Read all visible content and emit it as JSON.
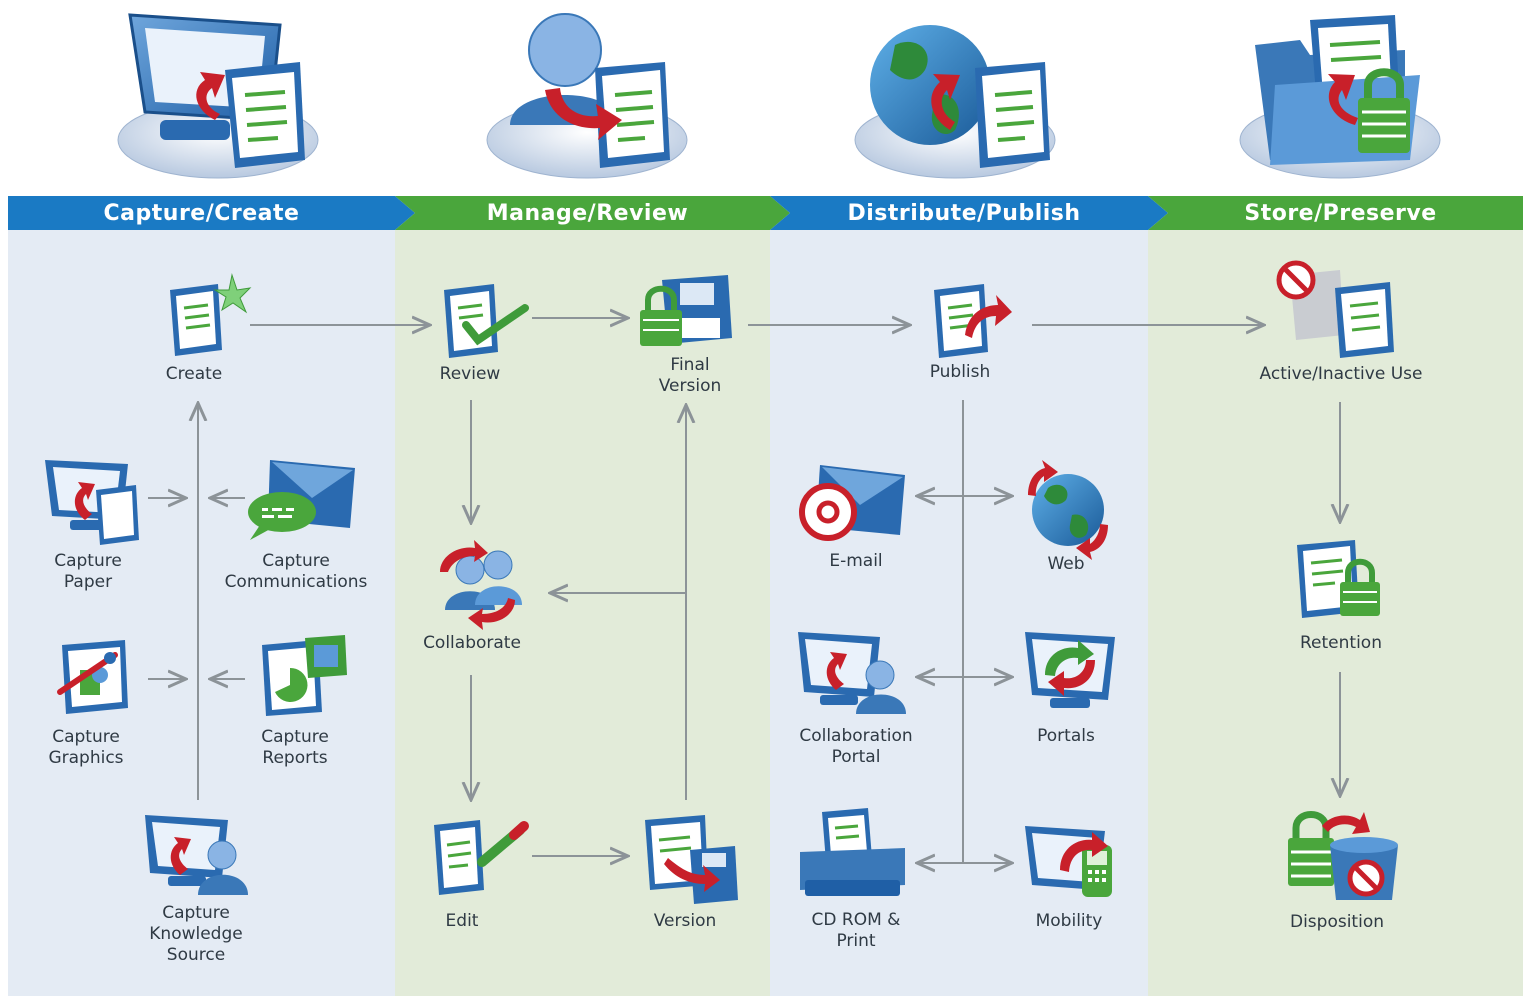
{
  "headers": {
    "capture": "Capture/Create",
    "manage": "Manage/Review",
    "distribute": "Distribute/Publish",
    "store": "Store/Preserve"
  },
  "nodes": {
    "create": "Create",
    "capture_paper": "Capture\nPaper",
    "capture_communications": "Capture\nCommunications",
    "capture_graphics": "Capture\nGraphics",
    "capture_reports": "Capture\nReports",
    "capture_knowledge_source": "Capture\nKnowledge\nSource",
    "review": "Review",
    "final_version": "Final\nVersion",
    "collaborate": "Collaborate",
    "edit": "Edit",
    "version": "Version",
    "publish": "Publish",
    "email": "E-mail",
    "web": "Web",
    "collaboration_portal": "Collaboration\nPortal",
    "portals": "Portals",
    "cdrom_print": "CD ROM &\nPrint",
    "mobility": "Mobility",
    "active_inactive_use": "Active/Inactive Use",
    "retention": "Retention",
    "disposition": "Disposition"
  },
  "colors": {
    "banner_blue": "#1a7ac4",
    "banner_green": "#4aa63c",
    "column_blue": "#e4ebf4",
    "column_green": "#e2ebd9",
    "connector": "#8c9398",
    "icon_blue": "#3a78b8",
    "arrow_red": "#c8202a"
  }
}
